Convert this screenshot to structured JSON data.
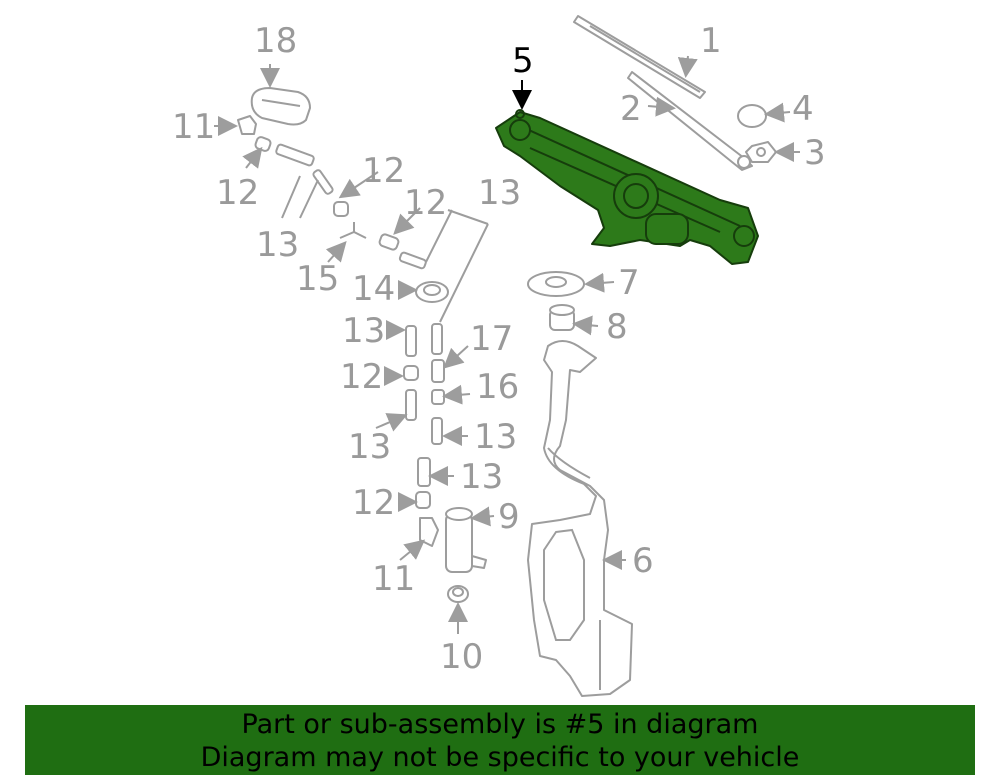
{
  "labels": {
    "l1": "1",
    "l2": "2",
    "l3": "3",
    "l4": "4",
    "l5": "5",
    "l6": "6",
    "l7": "7",
    "l8": "8",
    "l9": "9",
    "l10": "10",
    "l11a": "11",
    "l11b": "11",
    "l12a": "12",
    "l12b": "12",
    "l12c": "12",
    "l12d": "12",
    "l12e": "12",
    "l13a": "13",
    "l13b": "13",
    "l13c": "13",
    "l13d": "13",
    "l13e": "13",
    "l13f": "13",
    "l14": "14",
    "l15": "15",
    "l16": "16",
    "l17": "17",
    "l18": "18"
  },
  "highlight_part": "5",
  "colors": {
    "highlight": "#2d7a1a",
    "banner": "#1f6e12",
    "label": "#9a9a9a",
    "part_stroke": "#9d9d9d"
  },
  "banner": {
    "line1": "Part or sub-assembly is #5 in diagram",
    "line2": "Diagram may not be specific to your vehicle"
  }
}
